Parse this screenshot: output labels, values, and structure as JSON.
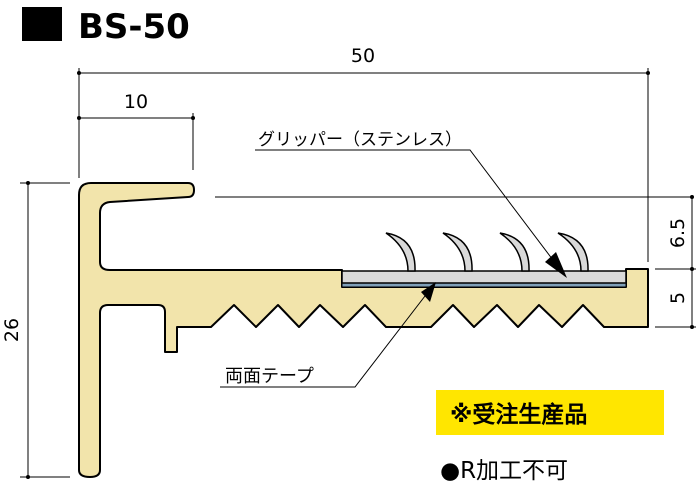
{
  "title": {
    "marker": "■",
    "model": "BS-50"
  },
  "dimensions": {
    "overall_width": "50",
    "lip_width": "10",
    "height": "26",
    "gripper_height": "6.5",
    "base_height": "5"
  },
  "labels": {
    "gripper": "グリッパー（ステンレス）",
    "tape": "両面テープ"
  },
  "notes": {
    "made_to_order": "※受注生産品",
    "no_r_processing": "●R加工不可"
  },
  "colors": {
    "profile": "#f2e4ab",
    "gripper": "#d9d9d9",
    "tape": "#7f9fb8",
    "badge": "#ffe600"
  }
}
